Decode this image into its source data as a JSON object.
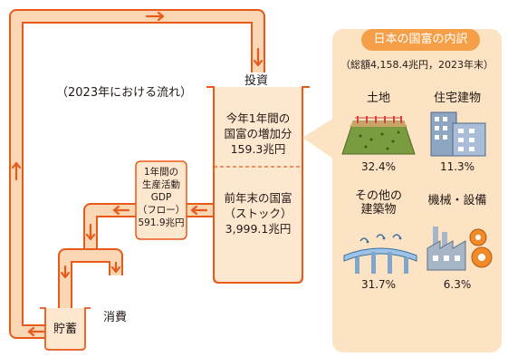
{
  "title": "（2023年における流れ）",
  "labels": {
    "investment": "投資",
    "savings": "貯蓄",
    "consumption": "消費"
  },
  "tank": {
    "increase_lines": [
      "今年1年間の",
      "国富の増加分",
      "159.3兆円"
    ],
    "prior_lines": [
      "前年末の国富",
      "（ストック）",
      "3,999.1兆円"
    ]
  },
  "gdp_box": {
    "lines": [
      "1年間の",
      "生産活動",
      "GDP",
      "（フロー）",
      "591.9兆円"
    ]
  },
  "breakdown": {
    "title": "日本の国富の内訳",
    "subtitle": "（総額4,158.4兆円，2023年末）",
    "items": [
      {
        "label_lines": [
          "土地"
        ],
        "value": "32.4%",
        "icon": "land-icon"
      },
      {
        "label_lines": [
          "住宅建物"
        ],
        "value": "11.3%",
        "icon": "buildings-icon"
      },
      {
        "label_lines": [
          "その他の",
          "建築物"
        ],
        "value": "31.7%",
        "icon": "highway-icon"
      },
      {
        "label_lines": [
          "機械・設備"
        ],
        "value": "6.3%",
        "icon": "factory-icon"
      }
    ]
  },
  "colors": {
    "flow_pipe": "#f9d7b5",
    "flow_arrow": "#e8591a",
    "tank_fill": "#fde7cf",
    "tank_border": "#e8591a",
    "panel_bg": "#fce3c4",
    "panel_title_bg": "#f5a048"
  }
}
